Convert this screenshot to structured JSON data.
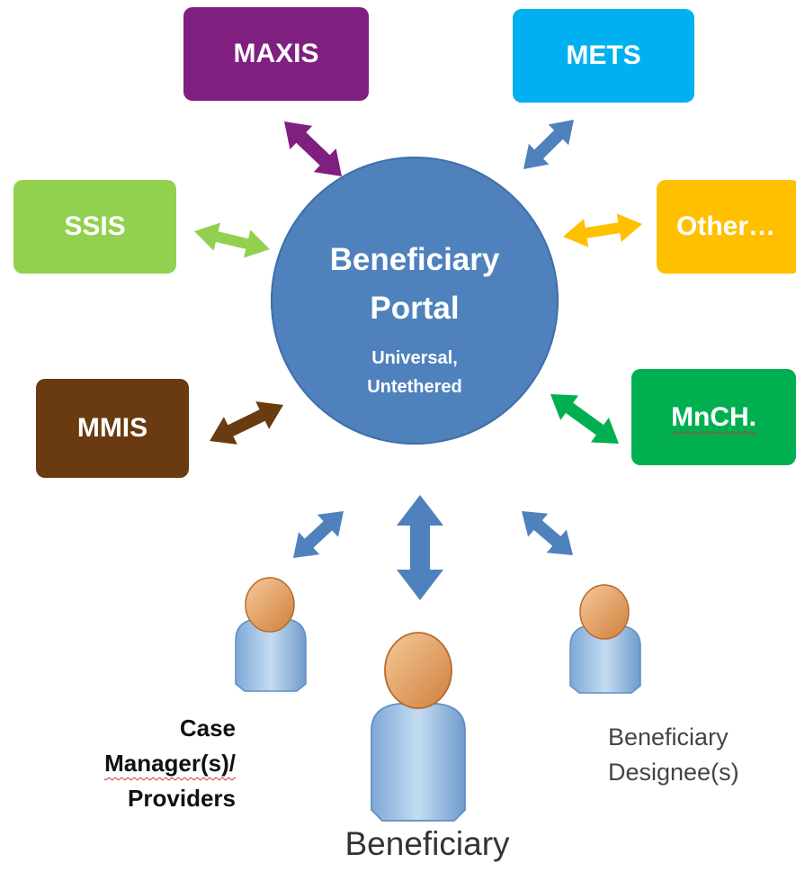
{
  "hub": {
    "title_line1": "Beneficiary",
    "title_line2": "Portal",
    "subtitle_line1": "Universal,",
    "subtitle_line2": "Untethered",
    "color": "#4f81bd"
  },
  "systems": {
    "maxis": {
      "label": "MAXIS",
      "color": "#7f1f80"
    },
    "mets": {
      "label": "METS",
      "color": "#00b0f0"
    },
    "ssis": {
      "label": "SSIS",
      "color": "#92d050"
    },
    "other": {
      "label": "Other…",
      "color": "#ffc000"
    },
    "mmis": {
      "label": "MMIS",
      "color": "#6a3a10"
    },
    "mnch": {
      "label": "MnCH.",
      "color": "#00b050"
    }
  },
  "people": {
    "case_line1": "Case",
    "case_line2": "Manager(s)/",
    "case_line3": "Providers",
    "designee_line1": "Beneficiary",
    "designee_line2": "Designee(s)",
    "beneficiary": "Beneficiary"
  },
  "colors": {
    "person_arrow": "#4f81bd",
    "person_body": "#a9c6e6",
    "person_head": "#e8a56b"
  }
}
